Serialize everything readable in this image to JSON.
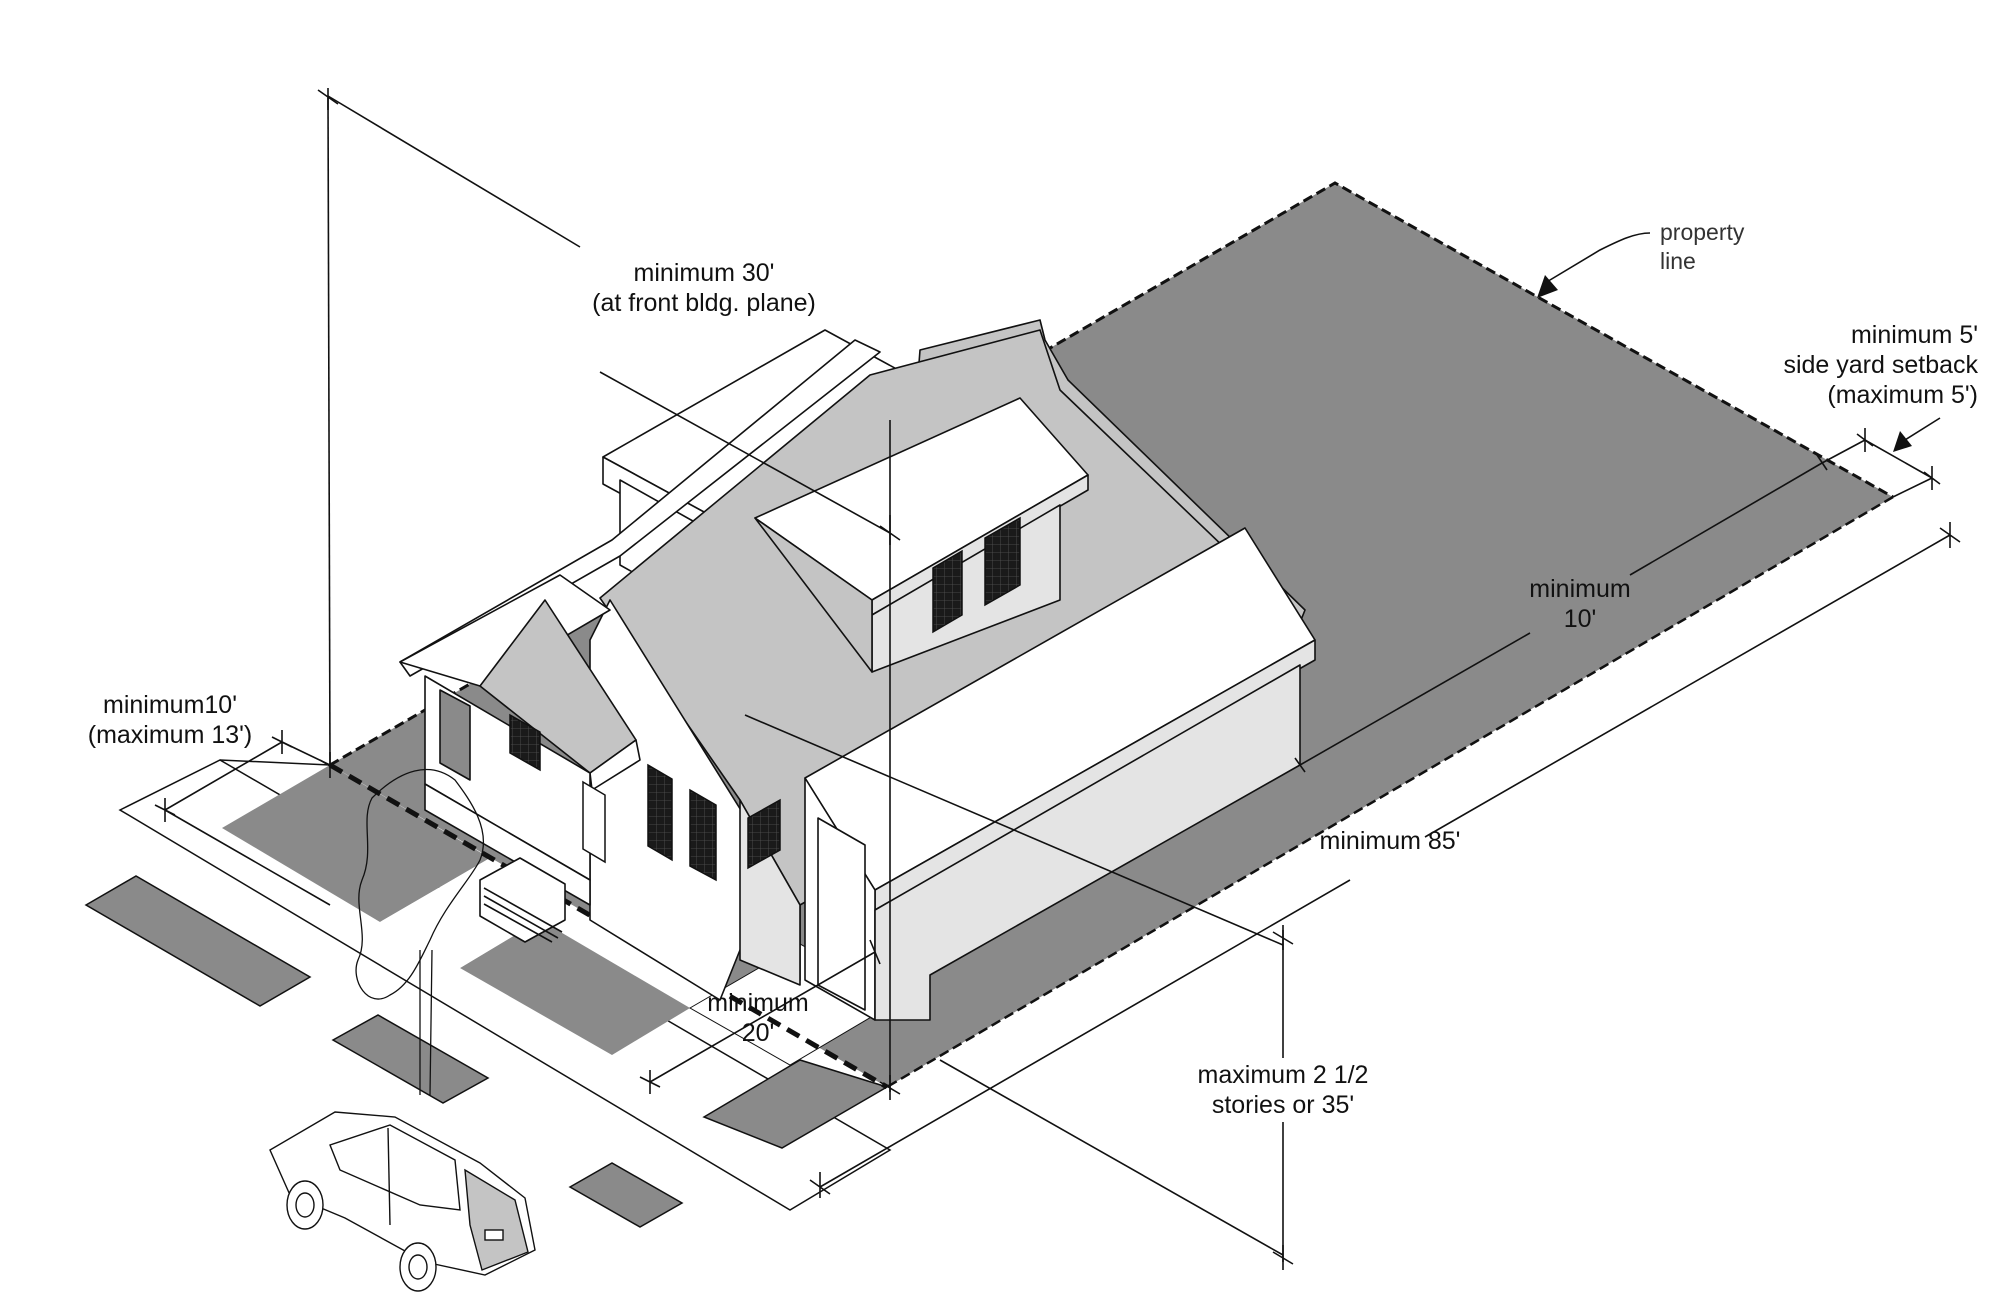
{
  "diagram": {
    "title": "Residential lot setback and height requirements (isometric)",
    "colors": {
      "lot_fill": "#8a8a8a",
      "roof_fill": "#c4c4c4",
      "wall_fill": "#e4e4e4",
      "wall_light": "#f7f7f7",
      "window_fill": "#1a1a1a",
      "line": "#111111",
      "background": "#ffffff"
    },
    "labels": {
      "height_front": {
        "line1": "minimum 30'",
        "line2": "(at front bldg. plane)"
      },
      "property_line": {
        "line1": "property",
        "line2": "line"
      },
      "side_yard": {
        "line1": "minimum 5'",
        "line2": "side yard setback",
        "line3": "(maximum 5')"
      },
      "rear_setback": {
        "line1": "minimum",
        "line2": "10'"
      },
      "front_setback": {
        "line1": "minimum10'",
        "line2": "(maximum 13')"
      },
      "lot_depth": {
        "line1": "minimum 85'"
      },
      "garage_setback": {
        "line1": "minimum",
        "line2": "20'"
      },
      "max_height": {
        "line1": "maximum 2 1/2",
        "line2": "stories or 35'"
      }
    },
    "elements": [
      "lot",
      "house",
      "porch",
      "dormer",
      "garage",
      "sidewalk",
      "planting-strips",
      "street-tree",
      "car"
    ]
  }
}
